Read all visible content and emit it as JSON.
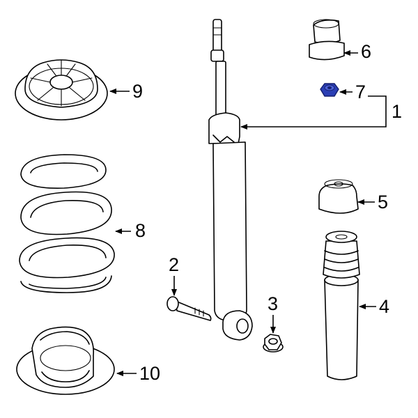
{
  "colors": {
    "background": "#ffffff",
    "line": "#000000",
    "highlight_nut": "#2b3fb5",
    "highlight_nut_dark": "#141f6e"
  },
  "callouts": {
    "c1": "1",
    "c2": "2",
    "c3": "3",
    "c4": "4",
    "c5": "5",
    "c6": "6",
    "c7": "7",
    "c8": "8",
    "c9": "9",
    "c10": "10"
  }
}
